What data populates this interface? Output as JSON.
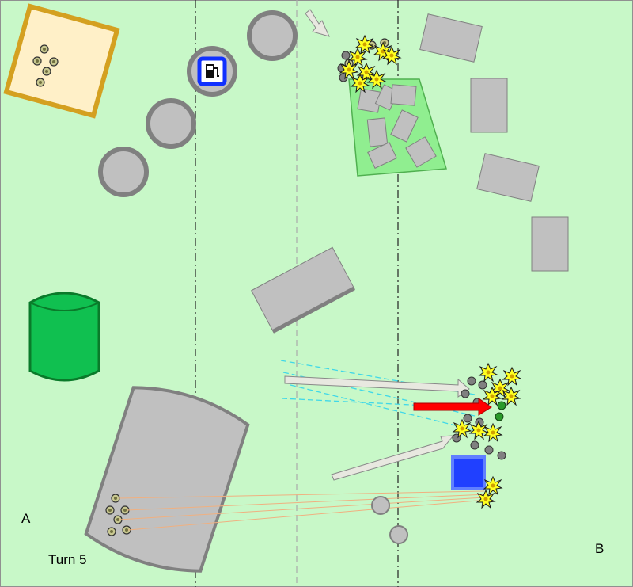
{
  "board": {
    "background": "#c8f8c8",
    "colors": {
      "building": "#c0c0c0",
      "building_outline": "#808080",
      "rough_ground": "#90ee90",
      "player_zone": "#fff0c8",
      "player_zone_border": "#d4a020",
      "tank": "#10c050",
      "crate": "#2040ff",
      "fire_arrow": "#ff0000",
      "move_arrow": "#e8e8e0",
      "los_line": "#40d8e8",
      "shot_line": "#f0b080",
      "blast": "#ffff20"
    }
  },
  "labels": {
    "side_a": "A",
    "side_b": "B",
    "turn": "Turn 5"
  },
  "icons": {
    "fuel": "fuel-pump-icon",
    "blast": "explosion-icon",
    "move": "arrow-icon"
  }
}
